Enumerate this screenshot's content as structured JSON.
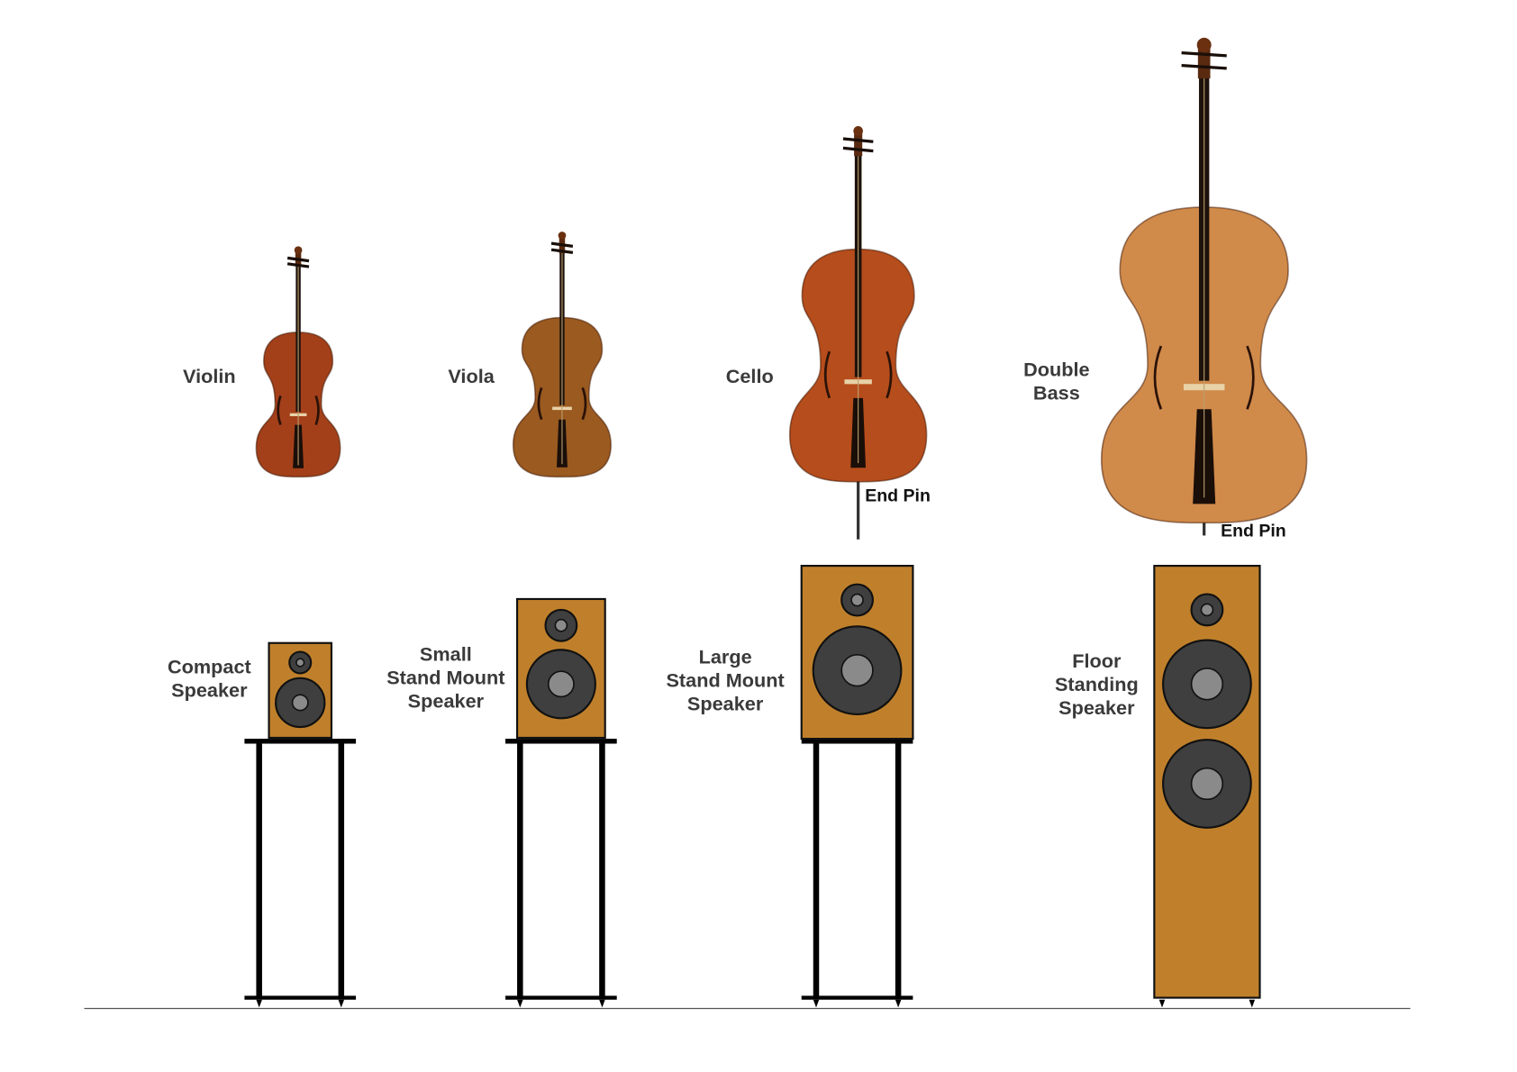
{
  "instruments": {
    "violin": "Violin",
    "viola": "Viola",
    "cello": "Cello",
    "bass_line1": "Double",
    "bass_line2": "Bass",
    "cello_endpin": "End Pin",
    "bass_endpin": "End Pin"
  },
  "speakers": {
    "compact": [
      "Compact",
      "Speaker"
    ],
    "small": [
      "Small",
      "Stand Mount",
      "Speaker"
    ],
    "large": [
      "Large",
      "Stand Mount",
      "Speaker"
    ],
    "floor": [
      "Floor",
      "Standing",
      "Speaker"
    ]
  },
  "colors": {
    "cabinet": "#c0802b",
    "driver": "#3f3f3f",
    "driver_center": "#8a8a8a",
    "violin": "#a3401a",
    "viola": "#9a5a20",
    "cello": "#b64d1c",
    "bass": "#d08a4a"
  }
}
